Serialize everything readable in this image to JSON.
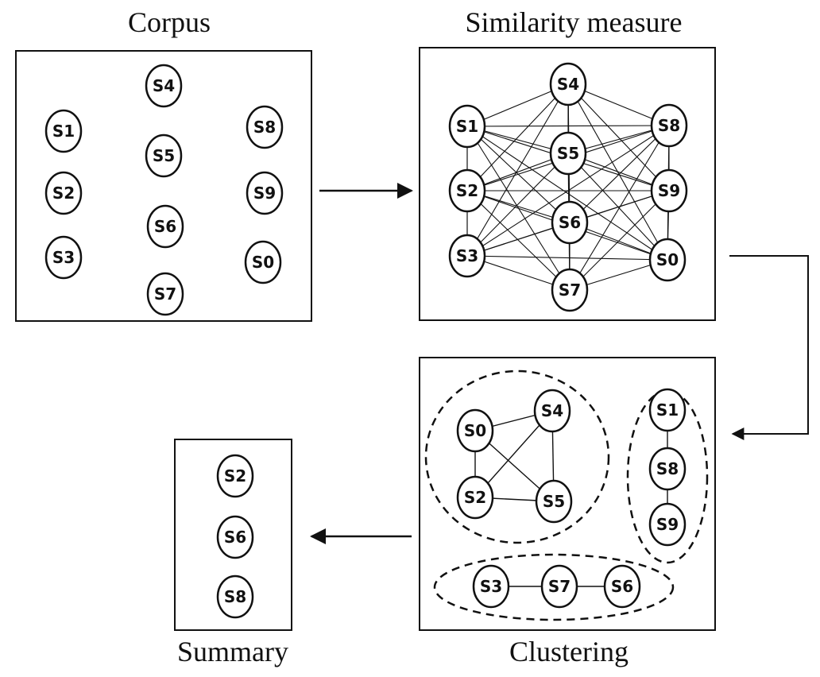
{
  "panels": {
    "corpus": {
      "title": "Corpus",
      "nodes": [
        "S4",
        "S1",
        "S8",
        "S5",
        "S2",
        "S9",
        "S6",
        "S3",
        "S0",
        "S7"
      ]
    },
    "similarity": {
      "title": "Similarity measure",
      "nodes": [
        "S4",
        "S1",
        "S8",
        "S5",
        "S2",
        "S9",
        "S6",
        "S3",
        "S0",
        "S7"
      ]
    },
    "clustering": {
      "title": "Clustering",
      "clusters": [
        {
          "nodes": [
            "S0",
            "S4",
            "S2",
            "S5"
          ],
          "edges": [
            [
              "S0",
              "S4"
            ],
            [
              "S0",
              "S2"
            ],
            [
              "S0",
              "S5"
            ],
            [
              "S4",
              "S2"
            ],
            [
              "S4",
              "S5"
            ],
            [
              "S2",
              "S5"
            ]
          ]
        },
        {
          "nodes": [
            "S1",
            "S8",
            "S9"
          ],
          "edges": [
            [
              "S1",
              "S8"
            ],
            [
              "S8",
              "S9"
            ]
          ]
        },
        {
          "nodes": [
            "S3",
            "S7",
            "S6"
          ],
          "edges": [
            [
              "S3",
              "S7"
            ],
            [
              "S7",
              "S6"
            ]
          ]
        }
      ]
    },
    "summary": {
      "title": "Summary",
      "nodes": [
        "S2",
        "S6",
        "S8"
      ]
    }
  }
}
